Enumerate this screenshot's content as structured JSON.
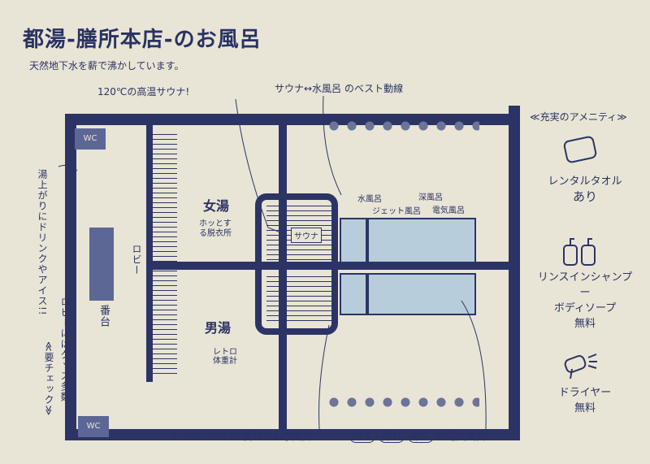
{
  "header": {
    "title": "都湯-膳所本店-のお風呂",
    "subtitle": "天然地下水を薪で沸かしています。"
  },
  "callouts": {
    "sauna_high_temp": "120℃の高温サウナ!",
    "best_route": "サウナ↔水風呂 のベスト動線",
    "overflow": "オーバーフロー! 掛け流し水風呂",
    "electric_push": "押す",
    "electric_knead": "揉む",
    "electric_tap": "叩く",
    "electric_suffix": "の電気風呂",
    "drinks": "湯上がりにドリンクやアイス!!",
    "goods": "ロビーにはグッズ多数",
    "check": "≪要チェック≫"
  },
  "map": {
    "wc_top": "WC",
    "wc_bottom": "WC",
    "lobby": "ロビー",
    "bandai": "番台",
    "womens": "女湯",
    "mens": "男湯",
    "changing_room": "ホッとする脱衣所",
    "retro_scale": "レトロ体重計",
    "sauna": "サウナ",
    "cold_bath": "水風呂",
    "jet_bath": "ジェット風呂",
    "deep_bath": "深風呂",
    "electric_bath": "電気風呂"
  },
  "amenities": {
    "heading": "≪充実のアメニティ≫",
    "items": [
      {
        "icon": "towel-icon",
        "line1": "レンタルタオル",
        "line2": "あり"
      },
      {
        "icon": "bottles-icon",
        "line1": "リンスインシャンプー",
        "line2": "ボディソープ",
        "line3": "無料"
      },
      {
        "icon": "dryer-icon",
        "line1": "ドライヤー",
        "line2": "無料"
      }
    ]
  },
  "colors": {
    "ink": "#2c3466",
    "water": "#b7cddb",
    "paper": "#e9e5d6"
  }
}
